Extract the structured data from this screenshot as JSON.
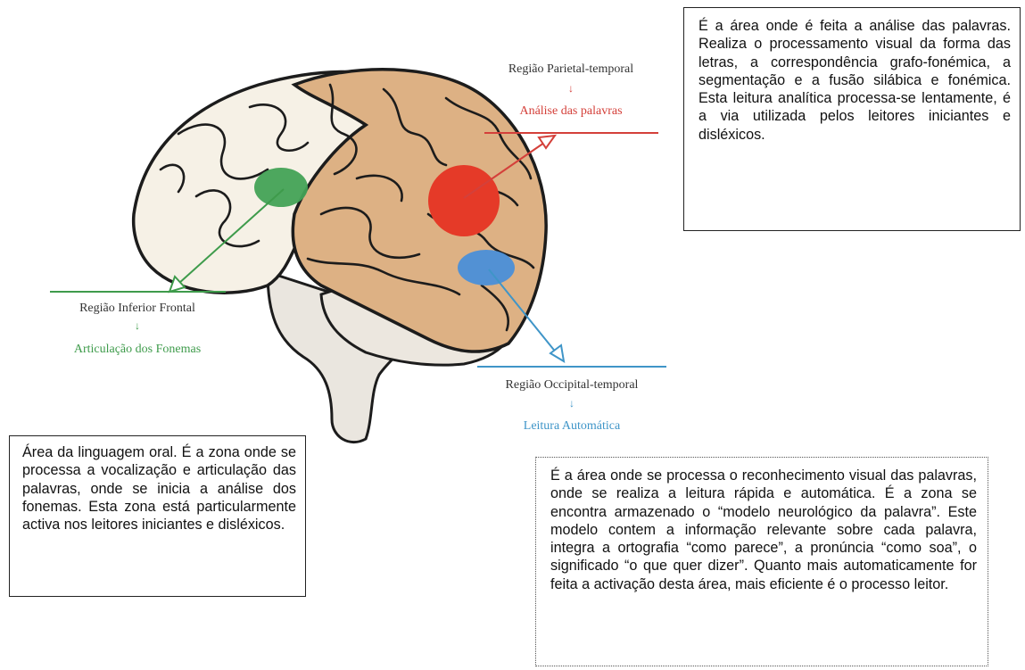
{
  "regions": {
    "parietal_temporal": {
      "region_label": "Região Parietal-temporal",
      "function_label": "Análise das palavras",
      "color": "#d4403a"
    },
    "inferior_frontal": {
      "region_label": "Região Inferior Frontal",
      "function_label": "Articulação dos Fonemas",
      "color": "#3e9b4b"
    },
    "occipital_temporal": {
      "region_label": "Região Occipital-temporal",
      "function_label": "Leitura Automática",
      "color": "#3f95c8"
    }
  },
  "boxes": {
    "parietal_text": "É a área onde é feita a análise das palavras. Realiza o processamento visual da forma das letras, a correspondência grafo-fonémica, a segmentação e a fusão silábica e fonémica. Esta leitura analítica processa-se lentamente, é a via utilizada pelos leitores iniciantes e disléxicos.",
    "frontal_text": "Área da linguagem oral. É a zona onde se processa a vocalização e articulação das palavras, onde se inicia a análise dos fonemas. Esta zona está particularmente activa nos leitores iniciantes e disléxicos.",
    "occipital_text": "É a área onde se processa o reconhecimento visual das palavras, onde se realiza a leitura rápida e automática. É a zona se encontra armazenado o “modelo neurológico da palavra”. Este modelo contem a informação relevante sobre cada palavra, integra a ortografia “como parece”, a pronúncia “como soa”, o significado “o que quer dizer”. Quanto mais automaticamente for feita a activação desta área, mais eficiente é o processo leitor."
  },
  "arrow_glyph": "↓"
}
